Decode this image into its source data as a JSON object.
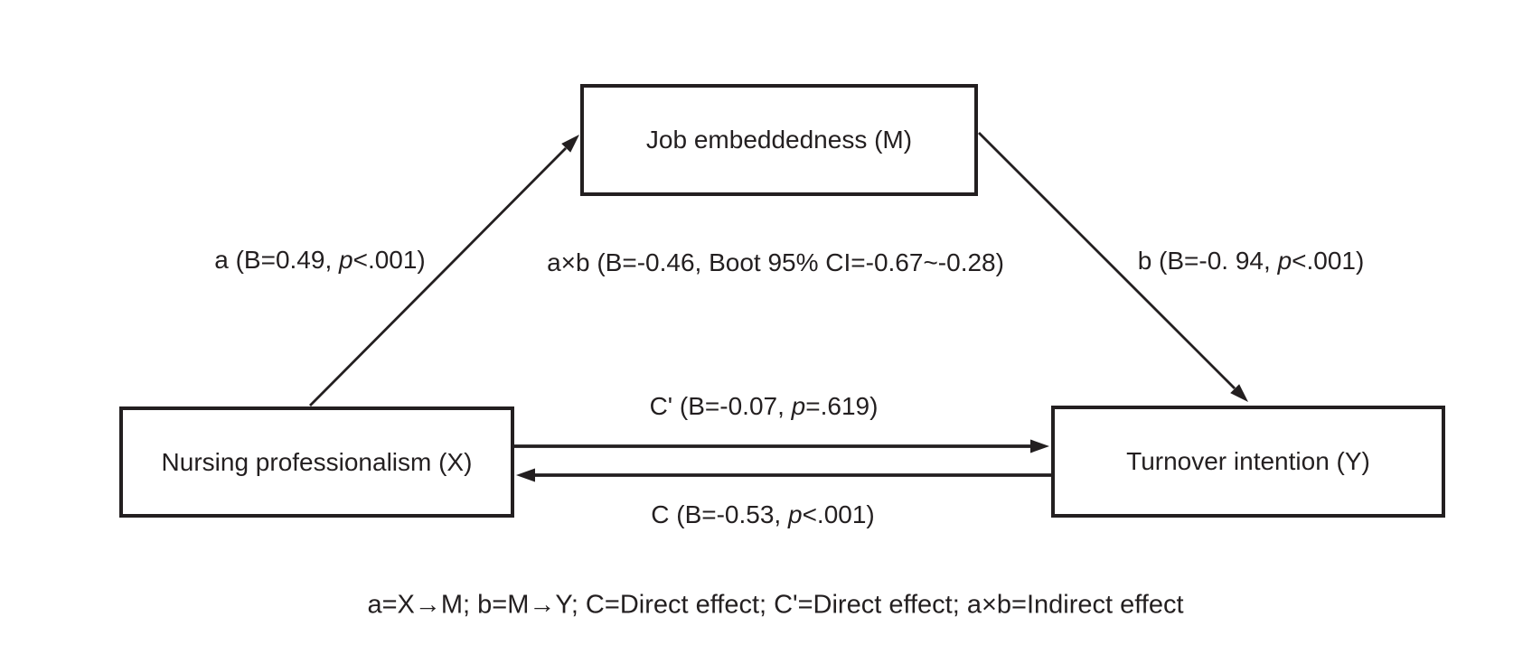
{
  "diagram": {
    "type": "mediation-model",
    "colors": {
      "ink": "#231f20",
      "background": "#ffffff"
    },
    "boxes": {
      "mediator": {
        "label": "Job embeddedness (M)"
      },
      "independent": {
        "label": "Nursing professionalism (X)"
      },
      "dependent": {
        "label": "Turnover intention (Y)"
      }
    },
    "paths": {
      "a": {
        "pre": "a (B=0.49, ",
        "italic": "p",
        "post": "<.001)"
      },
      "b": {
        "pre": "b (B=-0. 94, ",
        "italic": "p",
        "post": "<.001)"
      },
      "indirect": {
        "label": "a×b (B=-0.46, Boot 95% CI=-0.67~-0.28)"
      },
      "c_prime": {
        "pre": "C' (B=-0.07, ",
        "italic": "p",
        "post": "=.619)"
      },
      "c": {
        "pre": "C (B=-0.53, ",
        "italic": "p",
        "post": "<.001)"
      }
    },
    "footnote": "a=X→M; b=M→Y; C=Direct effect; C'=Direct effect; a×b=Indirect effect"
  }
}
